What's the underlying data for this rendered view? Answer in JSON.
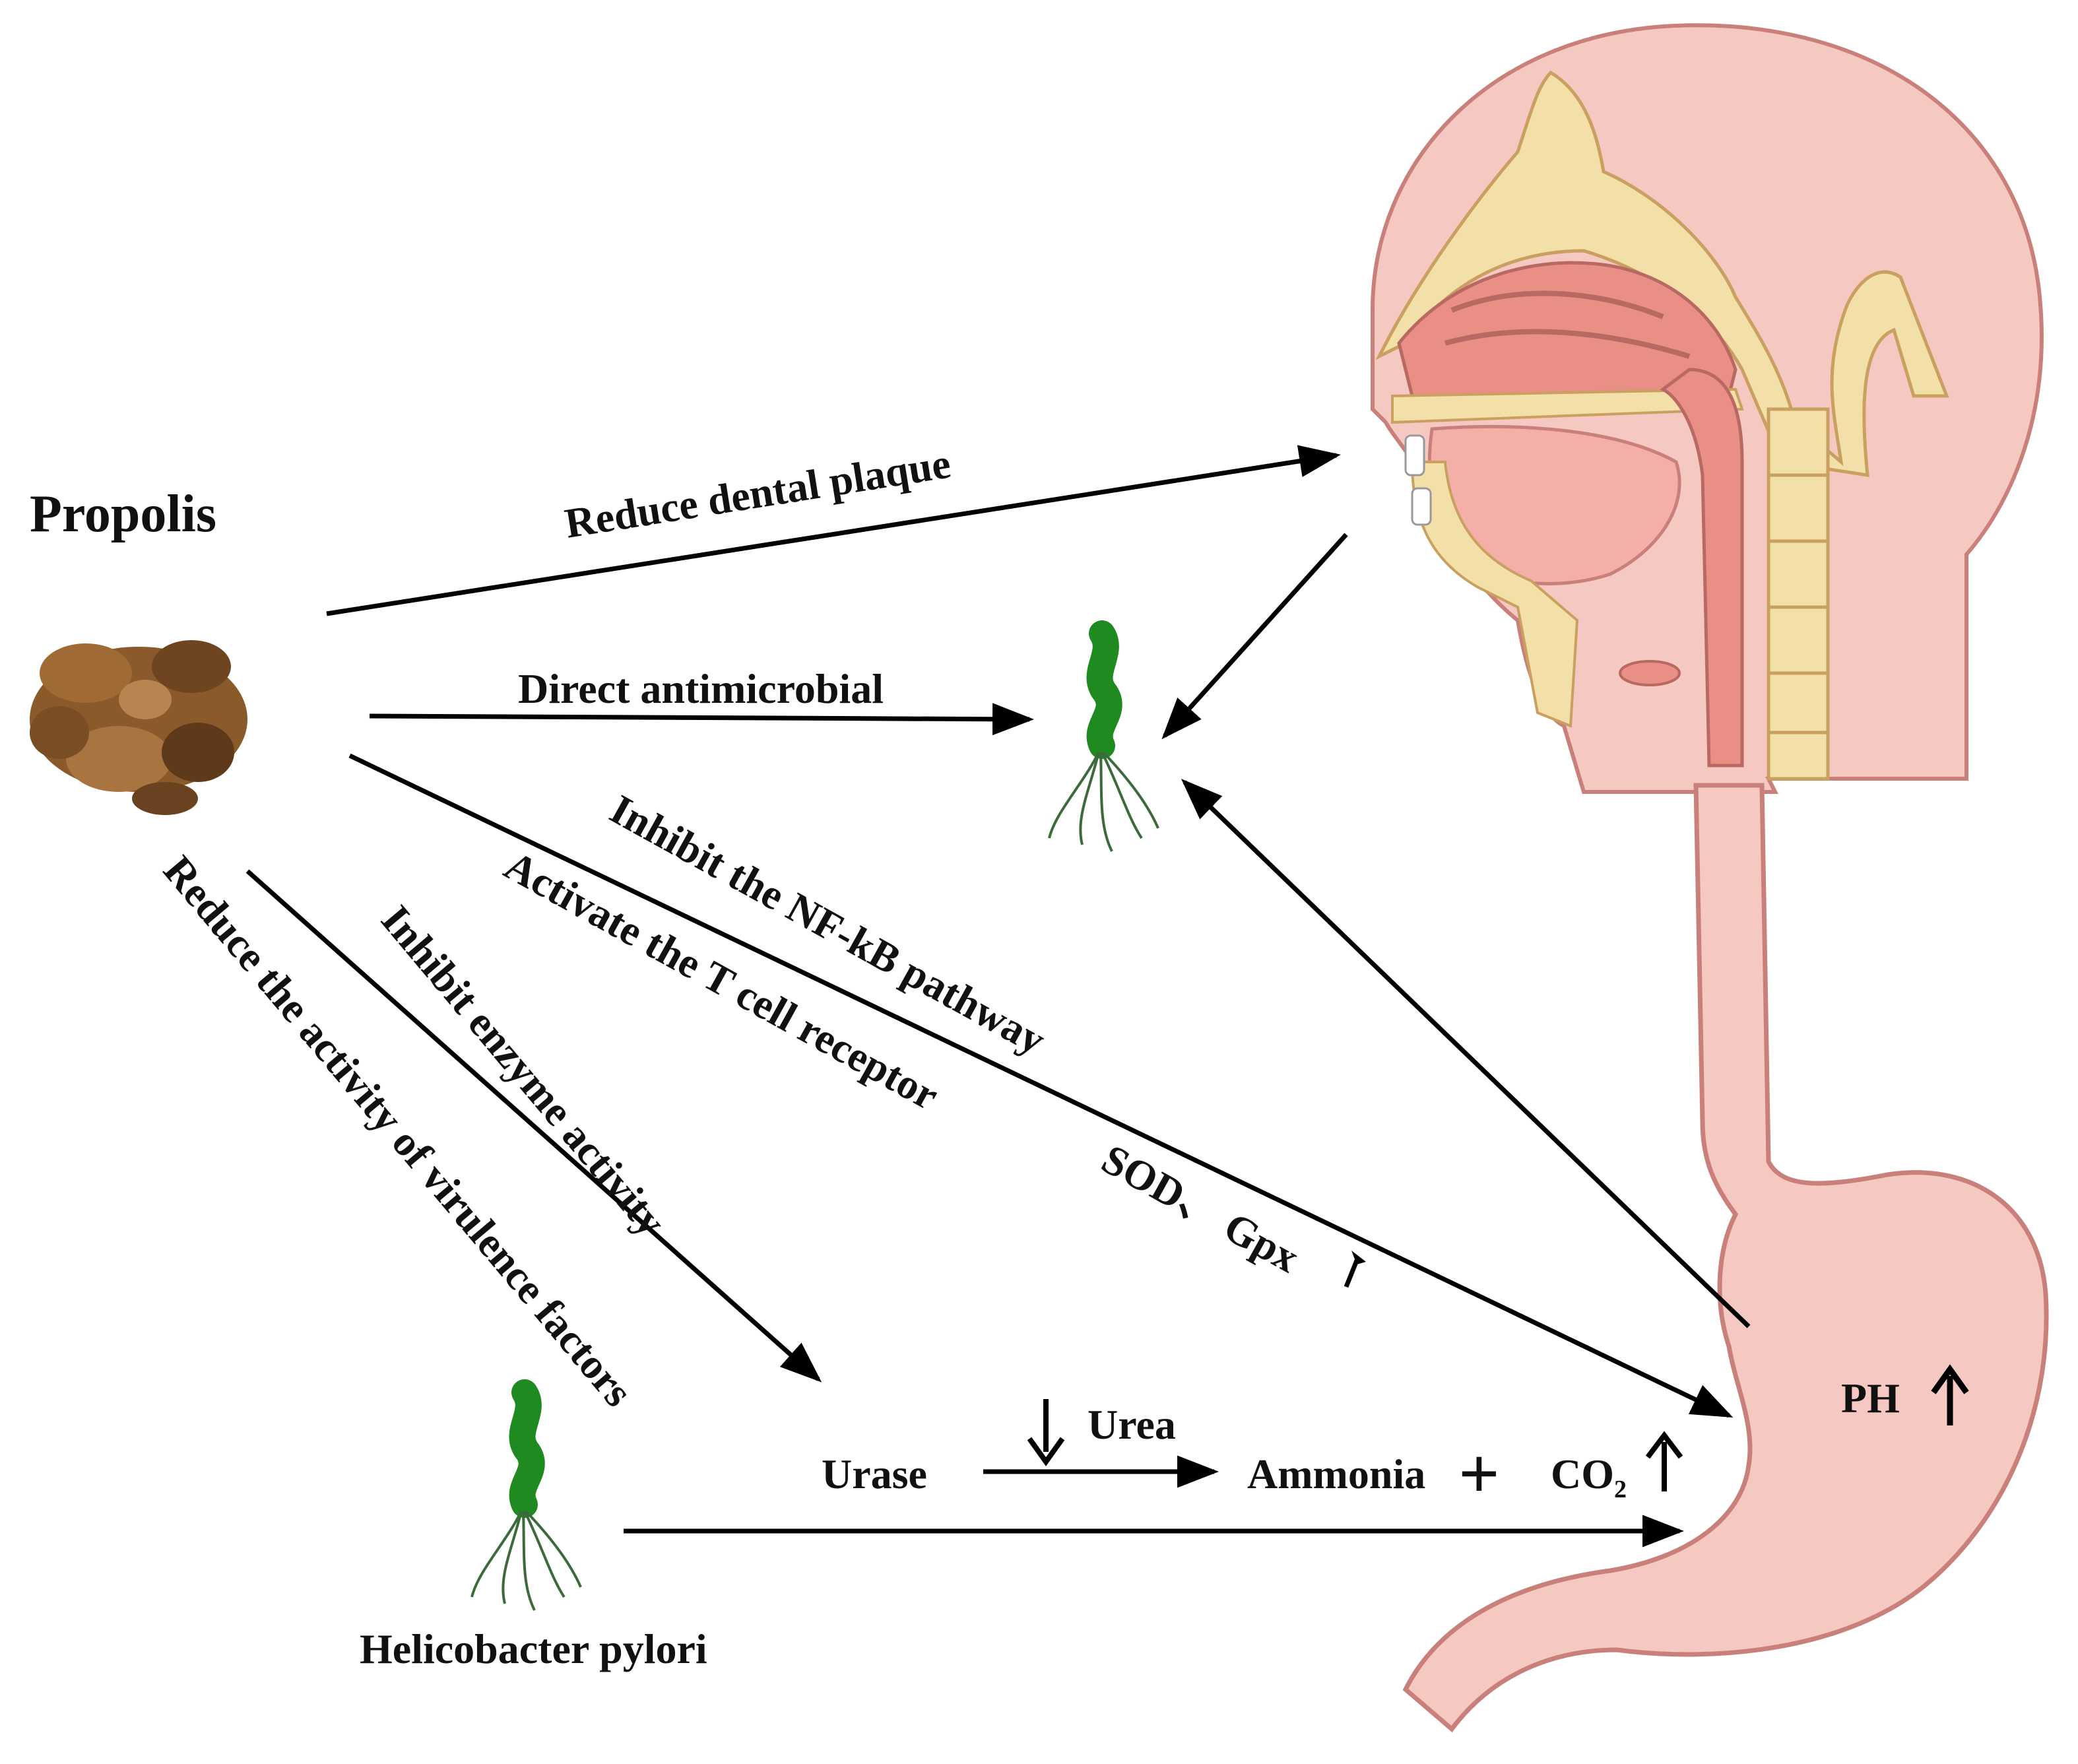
{
  "title": "Propolis",
  "organism": "Helicobacter pylori",
  "labels": {
    "reduce_dental_plaque": "Reduce dental plaque",
    "direct_antimicrobial": "Direct antimicrobial",
    "inhibit_nfkb": "Inhibit the NF-kB pathway",
    "activate_tcell": "Activate the T cell receptor",
    "sod_gpx": "SOD、 Gpx",
    "inhibit_enzyme": "Inhibit enzyme activity",
    "reduce_virulence": "Reduce the activity of virulence factors",
    "urase": "Urase",
    "urea": "Urea",
    "ammonia": "Ammonia",
    "plus": "+",
    "co2": "CO",
    "co2_sub": "2",
    "ph": "PH"
  },
  "colors": {
    "skin": "#f6c8c2",
    "skin_outline": "#c9807a",
    "bone": "#f3dfa8",
    "mouth": "#e98f86",
    "bacterium": "#1f8a1f",
    "flagella": "#3b6b3b",
    "propolis": "#8a5a2b"
  },
  "icons": [
    "propolis-image",
    "helicobacter-bacterium-icon",
    "head-anatomy-illustration",
    "stomach-illustration",
    "up-arrow-icon",
    "down-arrow-icon"
  ]
}
